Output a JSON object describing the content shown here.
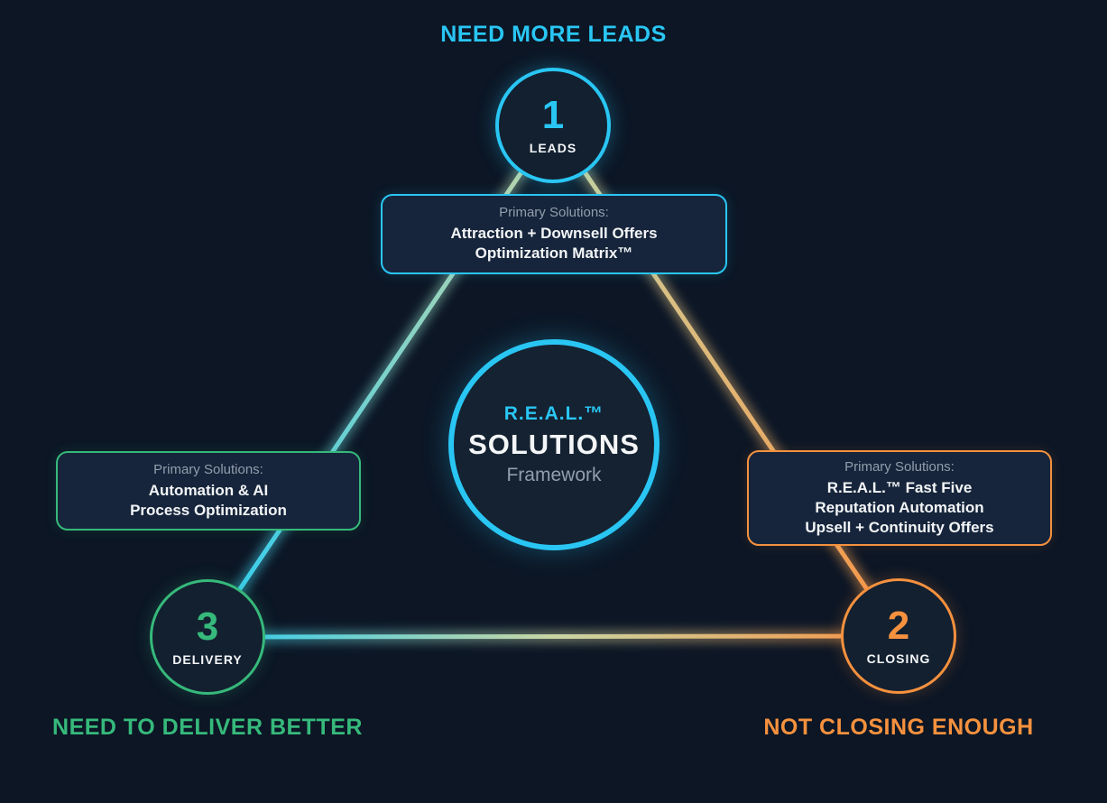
{
  "labels": {
    "top": "NEED MORE LEADS",
    "bottom_left": "NEED TO DELIVER BETTER",
    "bottom_right": "NOT CLOSING ENOUGH"
  },
  "center": {
    "line1": "R.E.A.L.™",
    "line2": "SOLUTIONS",
    "line3": "Framework"
  },
  "nodes": {
    "leads": {
      "number": "1",
      "name": "LEADS"
    },
    "closing": {
      "number": "2",
      "name": "CLOSING"
    },
    "delivery": {
      "number": "3",
      "name": "DELIVERY"
    }
  },
  "boxes": {
    "top": {
      "heading": "Primary Solutions:",
      "items": [
        "Attraction + Downsell Offers",
        "Optimization Matrix™"
      ]
    },
    "left": {
      "heading": "Primary Solutions:",
      "items": [
        "Automation & AI",
        "Process Optimization"
      ]
    },
    "right": {
      "heading": "Primary Solutions:",
      "items": [
        "R.E.A.L.™ Fast Five",
        "Reputation Automation",
        "Upsell + Continuity Offers"
      ]
    }
  },
  "colors": {
    "background": "#0C1625",
    "cyan": "#29C6F4",
    "green": "#36B97B",
    "orange": "#F5913E",
    "gradient_mid_sage": "#C9D6A4",
    "muted_text": "#939EAD",
    "white_text": "#F3F5F7",
    "panel_fill": "#16253B",
    "node_fill": "#132030"
  }
}
